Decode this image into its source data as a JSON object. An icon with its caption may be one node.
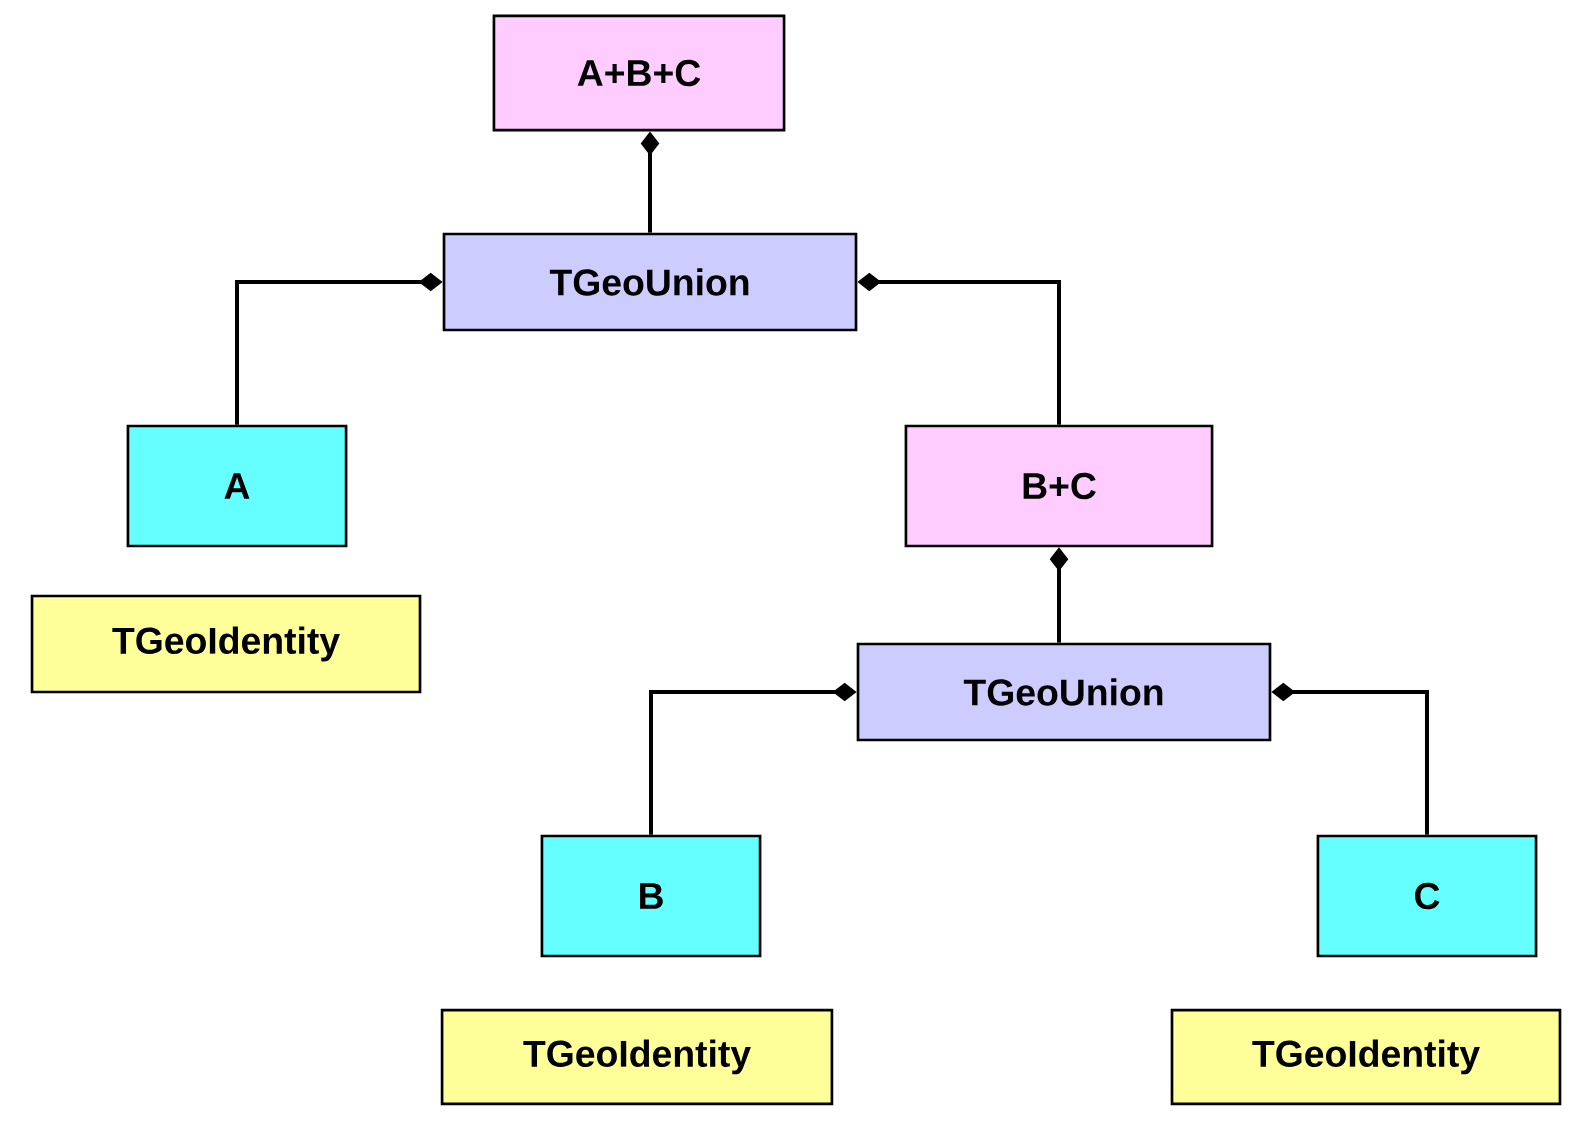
{
  "diagram": {
    "nodes": [
      {
        "text": [
          "A+B+C"
        ]
      },
      {
        "text": [
          "TGeoUnion"
        ]
      },
      {
        "text": [
          "A"
        ]
      },
      {
        "text": [
          "TGeoIdentity"
        ]
      },
      {
        "text": [
          "B+C"
        ]
      },
      {
        "text": [
          "TGeoUnion"
        ]
      },
      {
        "text": [
          "B"
        ]
      },
      {
        "text": [
          "TGeoIdentity"
        ]
      },
      {
        "text": [
          "C"
        ]
      },
      {
        "text": [
          "TGeoIdentity"
        ]
      }
    ],
    "edges": [
      {
        "from": 0,
        "to": 1,
        "arrow": "other"
      },
      {
        "from": 1,
        "to": 2,
        "arrow": "other"
      },
      {
        "from": 1,
        "to": 4,
        "arrow": "other"
      },
      {
        "from": 4,
        "to": 5,
        "arrow": "other"
      },
      {
        "from": 5,
        "to": 6,
        "arrow": "other"
      },
      {
        "from": 5,
        "to": 8,
        "arrow": "other"
      }
    ]
  }
}
